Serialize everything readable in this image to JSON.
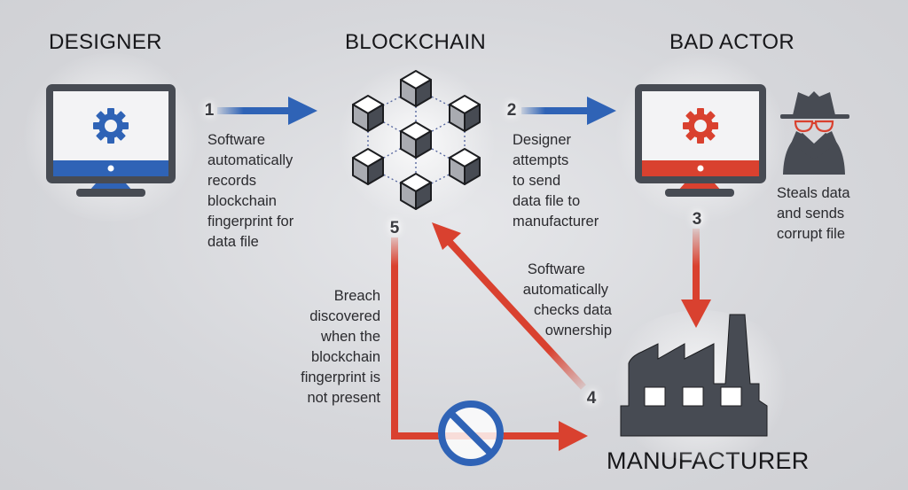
{
  "colors": {
    "blue": "#2f63b6",
    "red": "#d9412f",
    "dark": "#474b53",
    "screen": "#f3f3f5",
    "background": "#d6d7db"
  },
  "actors": {
    "designer": {
      "title": "DESIGNER",
      "icon": "monitor-gear-blue-icon"
    },
    "blockchain": {
      "title": "BLOCKCHAIN",
      "icon": "blockchain-cubes-icon"
    },
    "bad_actor": {
      "title": "BAD ACTOR",
      "icon": "monitor-gear-red-icon",
      "secondary_icon": "spy-icon"
    },
    "manufacturer": {
      "title": "MANUFACTURER",
      "icon": "factory-icon"
    }
  },
  "steps": [
    {
      "number": "1",
      "lines": [
        "Software",
        "automatically",
        "records",
        "blockchain",
        "fingerprint for",
        "data file"
      ]
    },
    {
      "number": "2",
      "lines": [
        "Designer",
        "attempts",
        "to send",
        "data file to",
        "manufacturer"
      ]
    },
    {
      "number": "3",
      "lines": [
        "Steals data",
        "and sends",
        "corrupt file"
      ]
    },
    {
      "number": "4",
      "lines": [
        "Software",
        "automatically",
        "checks data",
        "ownership"
      ]
    },
    {
      "number": "5",
      "lines": [
        "Breach",
        "discovered",
        "when the",
        "blockchain",
        "fingerprint is",
        "not present"
      ]
    }
  ],
  "blocked_icon": "prohibited-icon"
}
